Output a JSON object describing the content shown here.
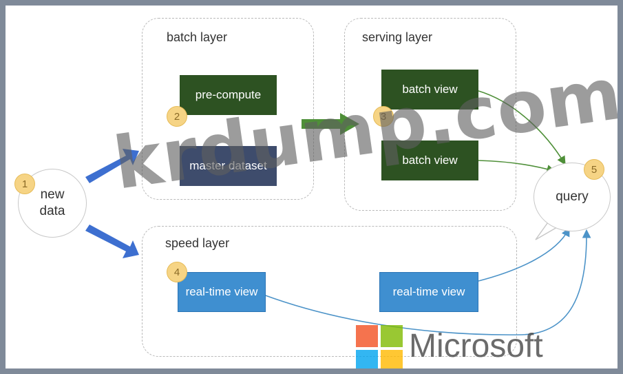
{
  "layers": {
    "batch": {
      "title": "batch layer"
    },
    "serving": {
      "title": "serving layer"
    },
    "speed": {
      "title": "speed layer"
    }
  },
  "nodes": {
    "new_data": "new\ndata",
    "query": "query",
    "pre_compute": "pre-compute",
    "master_dataset": "master dataset",
    "batch_view_1": "batch view",
    "batch_view_2": "batch view",
    "realtime_view_1": "real-time view",
    "realtime_view_2": "real-time view"
  },
  "badges": [
    "1",
    "2",
    "3",
    "4",
    "5"
  ],
  "watermark": "krdump.com",
  "brand": {
    "word": "Microsoft"
  },
  "colors": {
    "batch_green": "#2d5222",
    "master_slate": "#3e4c6c",
    "realtime_blue": "#3f8fd0",
    "flow_blue": "#3d6fd0",
    "flow_green": "#4e8f38",
    "badge_yellow": "#f6d485",
    "ms_red": "#f25022",
    "ms_green": "#7fba00",
    "ms_blue": "#00a4ef",
    "ms_yellow": "#ffb900"
  }
}
